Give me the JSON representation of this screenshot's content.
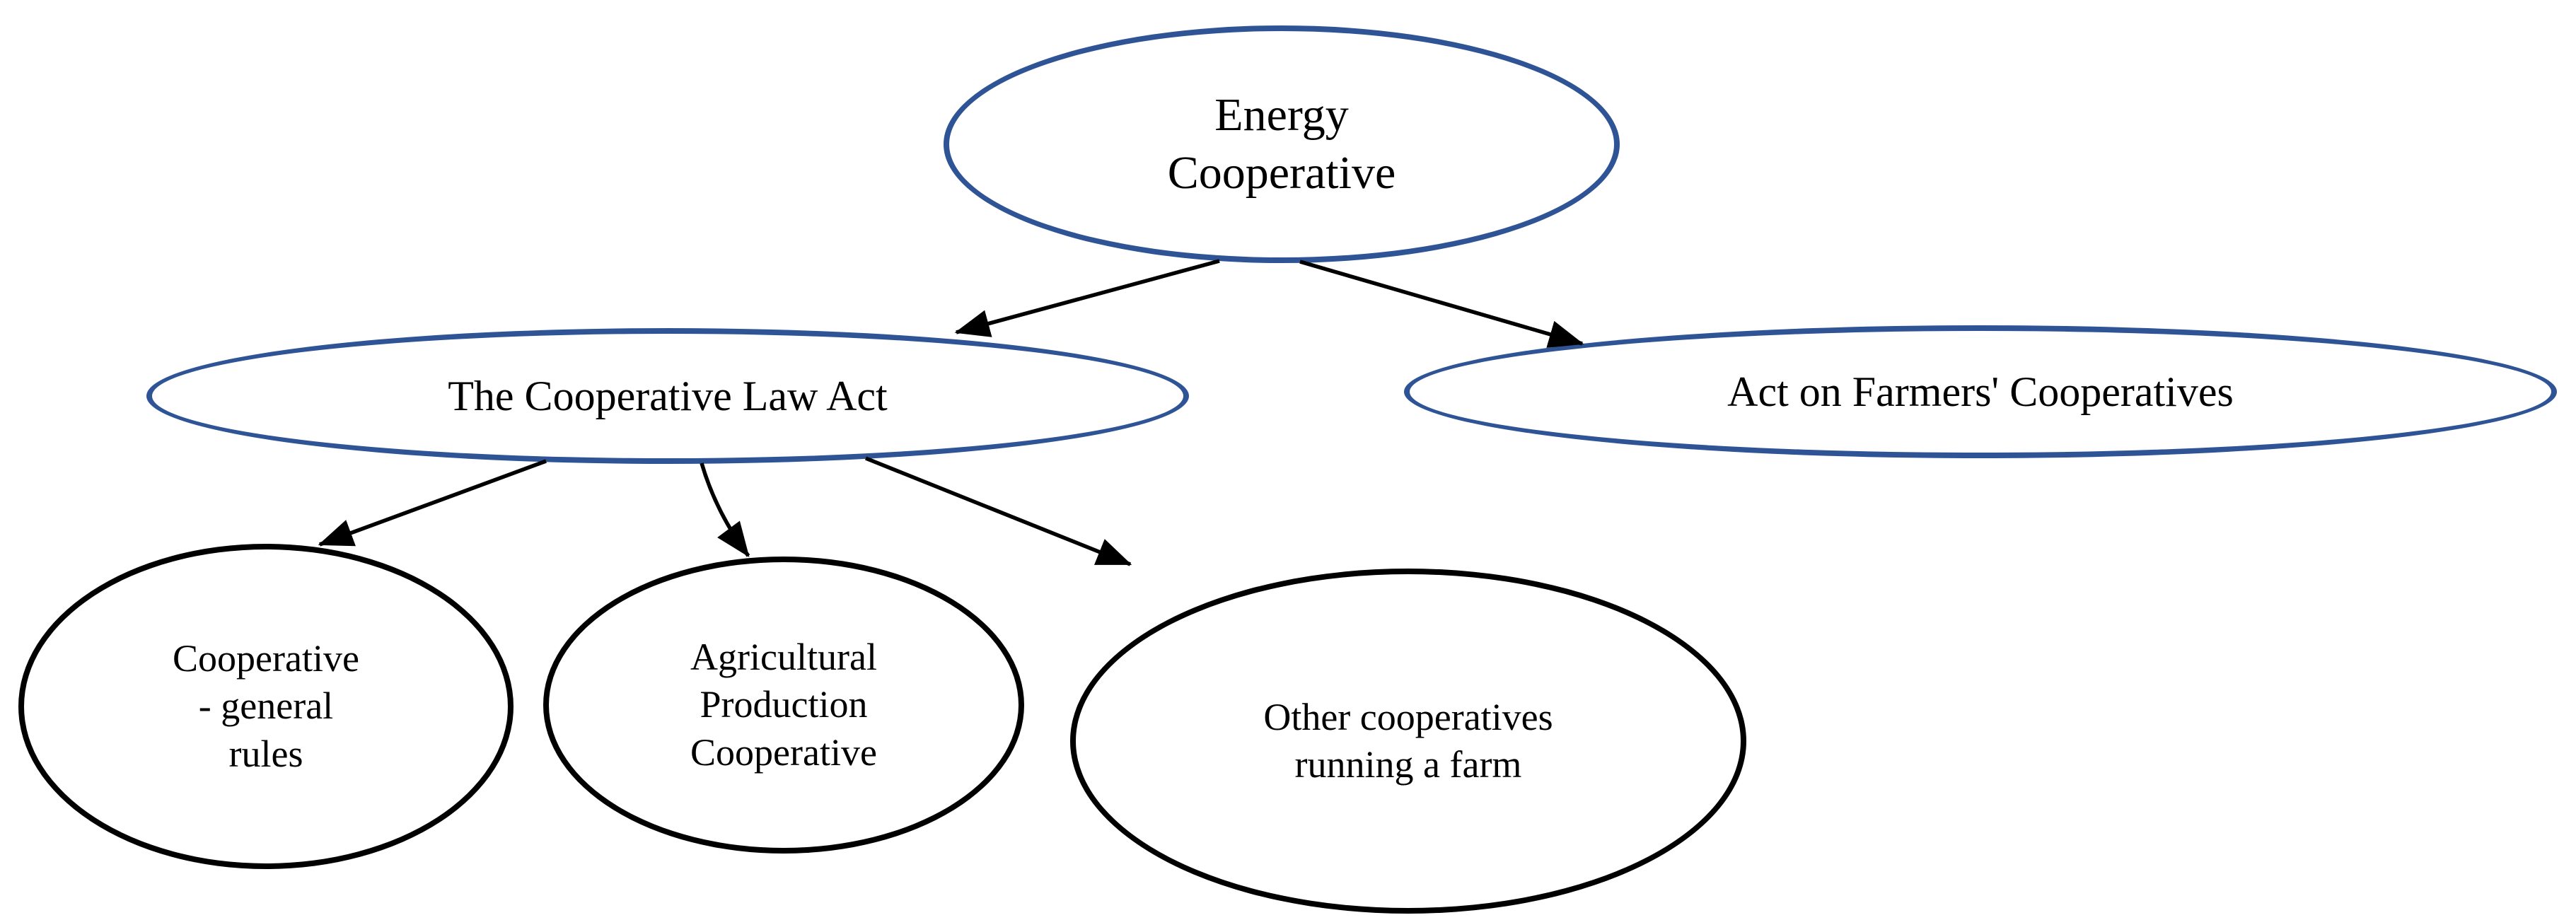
{
  "diagram": {
    "type": "hierarchy",
    "nodes": {
      "energy": {
        "lines": [
          "Energy",
          "Cooperative"
        ],
        "border_color": "#2F5496",
        "level": 1
      },
      "coop_law": {
        "lines": [
          "The Cooperative Law Act"
        ],
        "border_color": "#2F5496",
        "level": 2
      },
      "farmers": {
        "lines": [
          "Act on Farmers' Cooperatives"
        ],
        "border_color": "#2F5496",
        "level": 2
      },
      "general": {
        "lines": [
          "Cooperative",
          "- general",
          "rules"
        ],
        "border_color": "#000000",
        "level": 3
      },
      "agri": {
        "lines": [
          "Agricultural",
          "Production",
          "Cooperative"
        ],
        "border_color": "#000000",
        "level": 3
      },
      "other": {
        "lines": [
          "Other cooperatives",
          "running a farm"
        ],
        "border_color": "#000000",
        "level": 3
      }
    },
    "edges": [
      {
        "from": "energy",
        "to": "coop_law"
      },
      {
        "from": "energy",
        "to": "farmers"
      },
      {
        "from": "coop_law",
        "to": "general"
      },
      {
        "from": "coop_law",
        "to": "agri"
      },
      {
        "from": "coop_law",
        "to": "other"
      }
    ]
  },
  "colors": {
    "node_accent_border": "#2F5496",
    "node_plain_border": "#000000",
    "arrow": "#000000",
    "text": "#000000",
    "background": "#FFFFFF"
  }
}
